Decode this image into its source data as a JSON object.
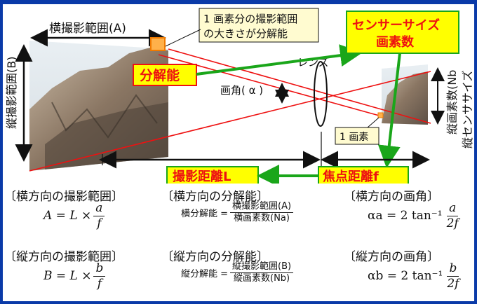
{
  "diagram": {
    "horizontal_range_label": "横撮影範囲(A)",
    "vertical_range_label": "縦撮影範囲(B)",
    "pixel_note_line1": "1 画素分の撮影範囲",
    "pixel_note_line2": "の大きさが分解能",
    "resolution_callout": "分解能",
    "sensor_callout_line1": "センサーサイズ",
    "sensor_callout_line2": "画素数",
    "lens_label": "レンズ",
    "view_angle_label": "画角( α )",
    "one_pixel_label": "1 画素",
    "sensor_side_label_1": "縦画素数(Nb",
    "sensor_side_label_2": "縦センササイズ",
    "shooting_distance": "撮影距離L",
    "focal_length": "焦点距離f"
  },
  "formulas": {
    "h_range_header": "〔横方向の撮影範囲〕",
    "h_res_header": "〔横方向の分解能〕",
    "h_angle_header": "〔横方向の画角〕",
    "v_range_header": "〔縦方向の撮影範囲〕",
    "v_res_header": "〔縦方向の分解能〕",
    "v_angle_header": "〔縦方向の画角〕",
    "h_range_lhs": "A = L ×",
    "h_range_num": "a",
    "h_range_den": "f",
    "v_range_lhs": "B = L ×",
    "v_range_num": "b",
    "v_range_den": "f",
    "h_res_lhs": "横分解能 =",
    "h_res_num": "横撮影範囲(A)",
    "h_res_den": "横画素数(Na)",
    "v_res_lhs": "縦分解能 =",
    "v_res_num": "縦撮影範囲(B)",
    "v_res_den": "縦画素数(Nb)",
    "h_angle_lhs": "αa = 2 tan⁻¹",
    "h_angle_num": "a",
    "h_angle_den": "2f",
    "v_angle_lhs": "αb = 2 tan⁻¹",
    "v_angle_num": "b",
    "v_angle_den": "2f"
  }
}
